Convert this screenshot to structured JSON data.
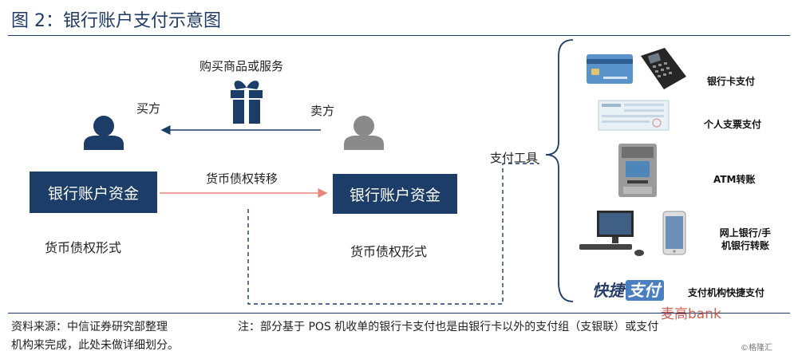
{
  "figure": {
    "title": "图 2：银行账户支付示意图"
  },
  "left_panel": {
    "buy_label": "购买商品或服务",
    "buyer_label": "买方",
    "seller_label": "卖方",
    "transfer_label": "货币债权转移",
    "buyer_box": "银行账户资金",
    "seller_box": "银行账户资金",
    "buyer_form": "货币债权形式",
    "seller_form": "货币债权形式"
  },
  "tools_label": "支付工具",
  "payment_tools": [
    {
      "label": "银行卡支付",
      "icon": "credit-card-pos-icon"
    },
    {
      "label": "个人支票支付",
      "icon": "cheque-icon"
    },
    {
      "label": "ATM转账",
      "icon": "atm-icon"
    },
    {
      "label": "网上银行/手机银行转账",
      "line1": "网上银行/手",
      "line2": "机银行转账",
      "icon": "computer-phone-icon"
    },
    {
      "label": "支付机构快捷支付",
      "icon": "quickpay-logo-icon",
      "logo_a": "快捷",
      "logo_b": "支付"
    }
  ],
  "footer": {
    "source": "资料来源：中信证券研究部整理",
    "note_line1": "注：部分基于 POS 机收单的银行卡支付也是由银行卡以外的支付组（支银联）或支付",
    "note_line2": "机构来完成，此处未做详细划分。"
  },
  "watermark": {
    "text": "麦高bank",
    "sub": "©格隆汇"
  },
  "colors": {
    "navy": "#1b3d68",
    "title_blue": "#1f3a66",
    "arrow_red": "#e8847a",
    "person_gray": "#8a8a8a"
  }
}
